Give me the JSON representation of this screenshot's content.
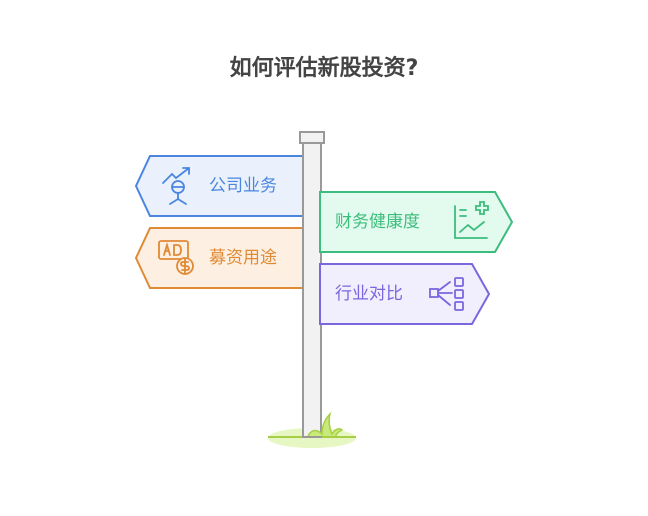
{
  "title": "如何评估新股投资?",
  "signs": [
    {
      "label": "公司业务",
      "icon": "person-growth-icon",
      "color": "#4a86e0",
      "fill": "#eaf1fd"
    },
    {
      "label": "财务健康度",
      "icon": "health-chart-icon",
      "color": "#3dbd7d",
      "fill": "#e3fbef"
    },
    {
      "label": "募资用途",
      "icon": "ad-dollar-icon",
      "color": "#e08a34",
      "fill": "#fdefe2"
    },
    {
      "label": "行业对比",
      "icon": "network-compare-icon",
      "color": "#7c66dd",
      "fill": "#f1eefd"
    }
  ]
}
